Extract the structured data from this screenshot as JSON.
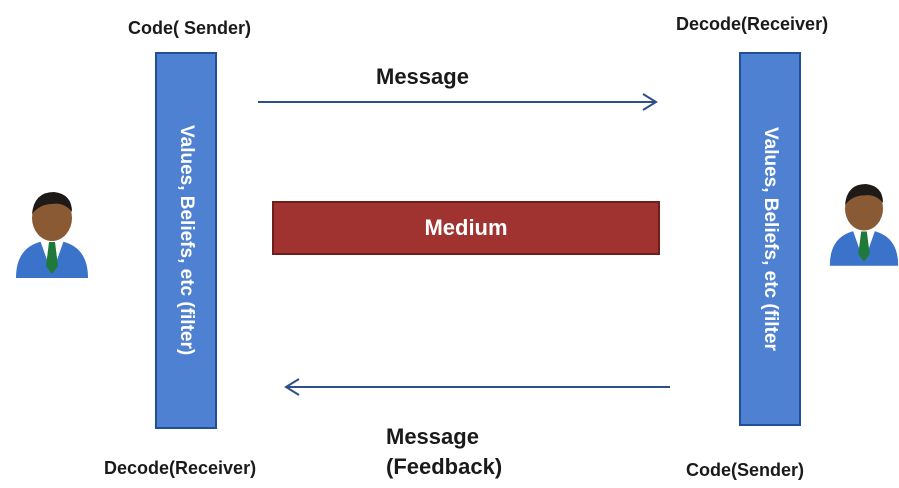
{
  "sender_side": {
    "top_label": "Code( Sender)",
    "bottom_label": "Decode(Receiver)",
    "filter_text": "Values, Beliefs, etc (filter)"
  },
  "receiver_side": {
    "top_label": "Decode(Receiver)",
    "bottom_label": "Code(Sender)",
    "filter_text": "Values, Beliefs, etc (filter"
  },
  "message_top": "Message",
  "message_bottom_line1": "Message",
  "message_bottom_line2": "(Feedback)",
  "medium": "Medium",
  "colors": {
    "filter_bar": "#4f81d2",
    "medium_bar": "#a0332f",
    "arrow": "#2f4f8a"
  },
  "icons": {
    "left_person": "person-icon",
    "right_person": "person-icon"
  }
}
